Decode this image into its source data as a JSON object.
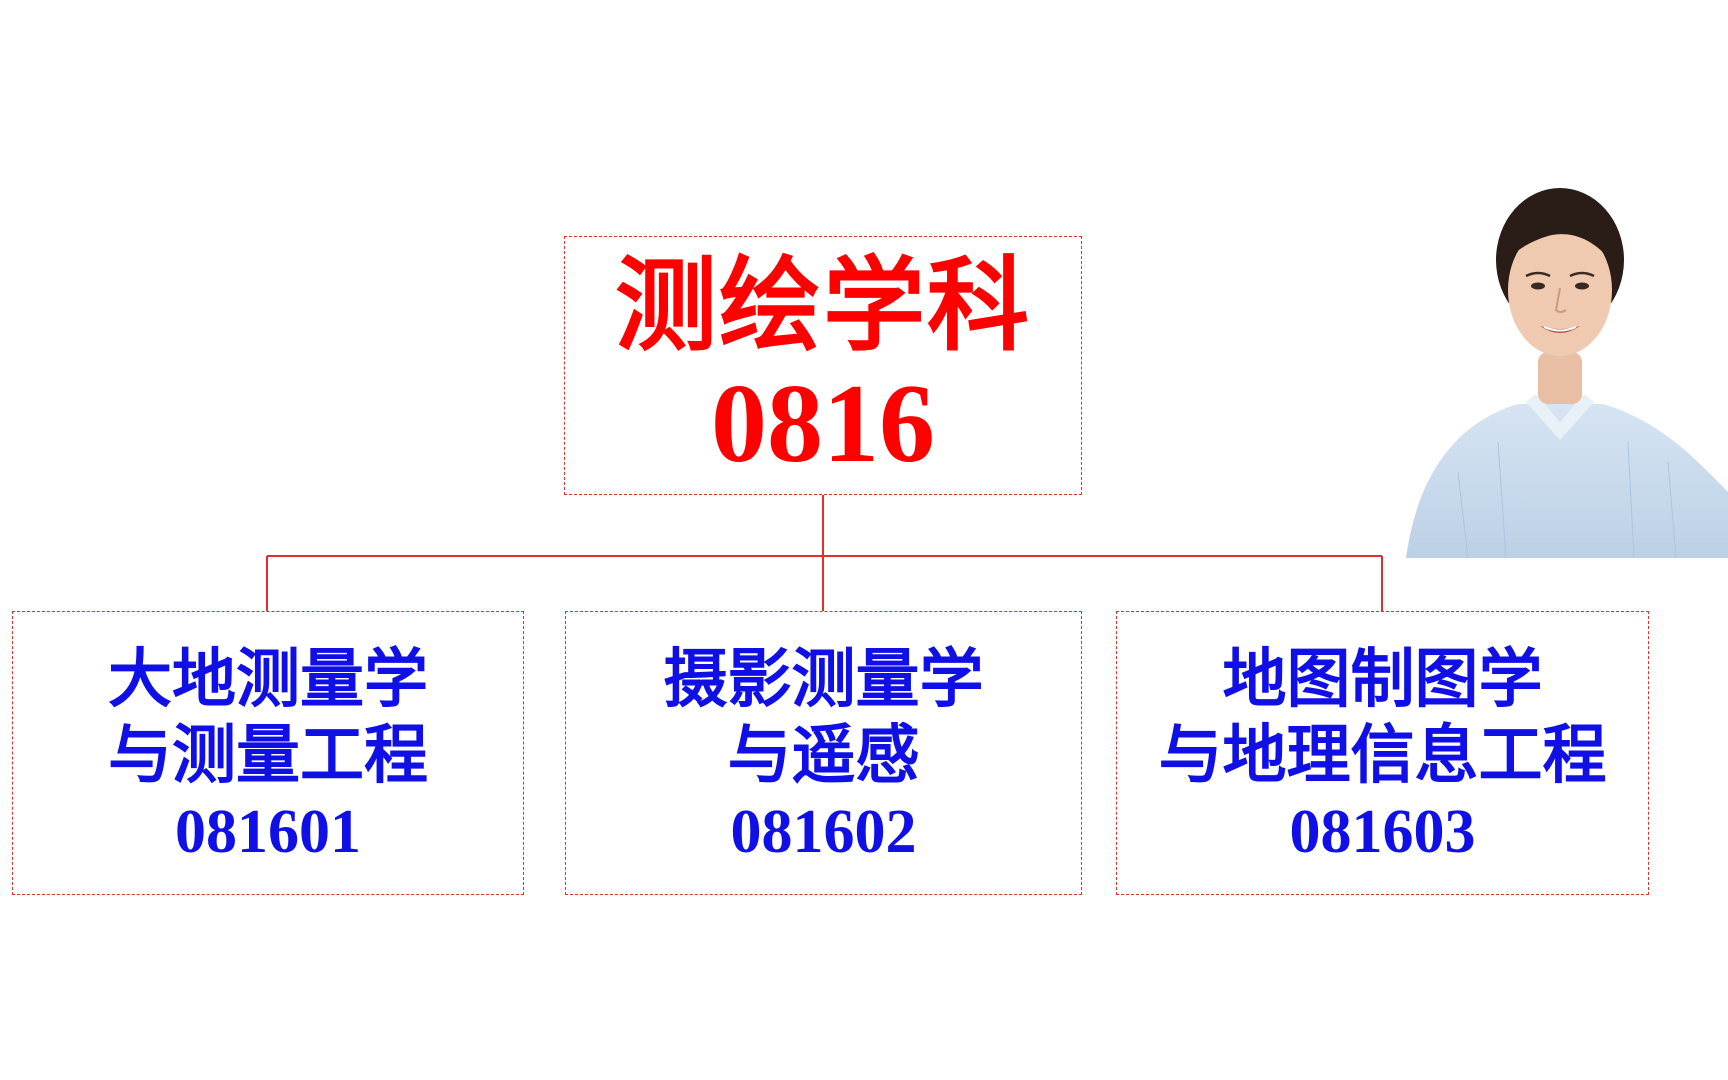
{
  "root": {
    "title": "测绘学科",
    "code": "0816"
  },
  "children": [
    {
      "line1": "大地测量学",
      "line2": "与测量工程",
      "code": "081601"
    },
    {
      "line1": "摄影测量学",
      "line2": "与遥感",
      "code": "081602"
    },
    {
      "line1": "地图制图学",
      "line2": "与地理信息工程",
      "code": "081603"
    }
  ],
  "colors": {
    "root_text": "#ff0000",
    "child_text": "#1010e6",
    "connector": "#e0302c",
    "border": "#e0302c"
  }
}
